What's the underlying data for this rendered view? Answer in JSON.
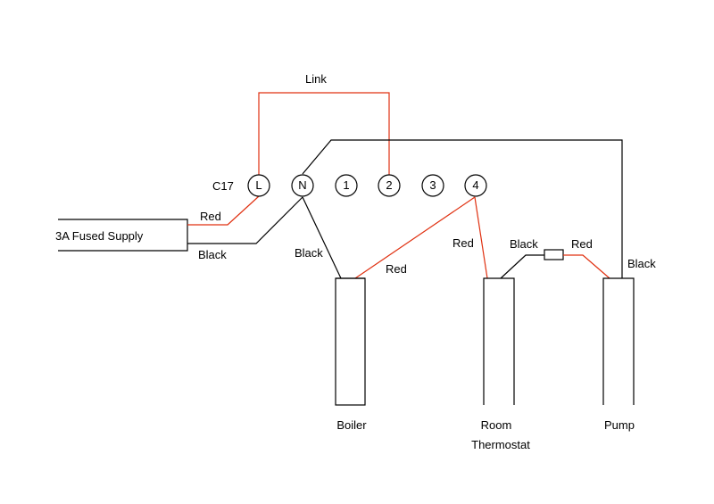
{
  "colors": {
    "red_wire": "#e03010",
    "black_wire": "#000000",
    "background": "#ffffff"
  },
  "labels": {
    "link": "Link",
    "module": "C17",
    "supply": "3A Fused Supply",
    "supply_red": "Red",
    "supply_black": "Black",
    "boiler_black": "Black",
    "boiler_red": "Red",
    "thermostat_red": "Red",
    "thermostat_black": "Black",
    "pump_red": "Red",
    "pump_black": "Black"
  },
  "terminals": [
    "L",
    "N",
    "1",
    "2",
    "3",
    "4"
  ],
  "components": {
    "boiler": "Boiler",
    "thermostat_line1": "Room",
    "thermostat_line2": "Thermostat",
    "pump": "Pump"
  }
}
